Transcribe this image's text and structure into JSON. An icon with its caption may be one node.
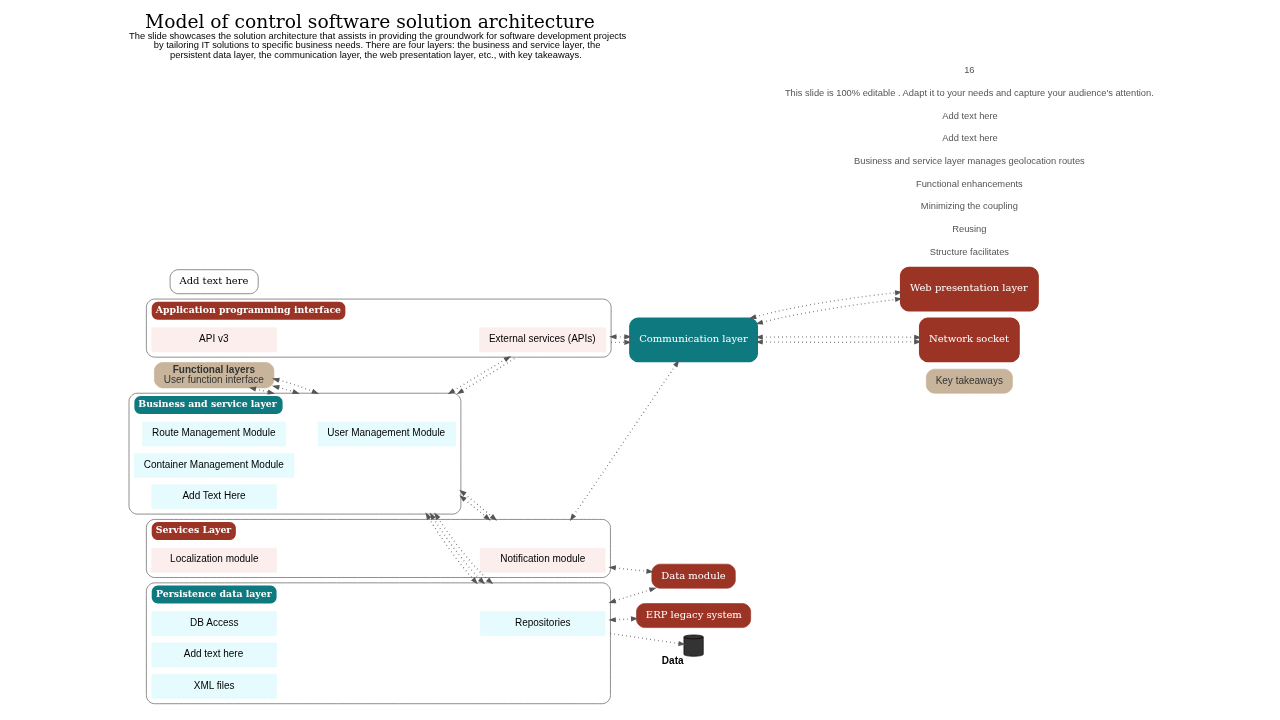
{
  "diagram": {
    "title": "Model of control software solution architecture",
    "caption": "The slide showcases the solution architecture that assists in providing the groundwork for software development projects by tailoring IT solutions to specific business needs. There are four layers: the business and service layer, the persistent data layer, the communication layer, the web presentation layer, etc., with key takeaways.",
    "nodes": [
      {
        "text": [
          "Functional layers",
          "User function interface"
        ]
      },
      {
        "text": [
          "Business and service layer"
        ]
      },
      {
        "text": [
          "User Management Module"
        ],
        "in": 1
      },
      {
        "text": [
          "Route Management Module"
        ],
        "in": 1
      },
      {
        "text": [
          "Container Management Module"
        ],
        "in": 1
      },
      {
        "text": [
          "Add Text Here"
        ],
        "in": 1
      },
      {
        "text": [
          "Application programming interface"
        ]
      },
      {
        "text": [
          "External services (APIs)"
        ],
        "in": 6
      },
      {
        "text": [
          "API v3"
        ],
        "in": 6
      },
      {
        "text": [
          "Services Layer"
        ]
      },
      {
        "text": [
          "Notification module"
        ],
        "in": 9
      },
      {
        "text": [
          "Localization module"
        ],
        "in": 9
      },
      {
        "text": [
          "Communication layer"
        ]
      },
      {
        "text": [
          "Web presentation layer"
        ]
      },
      {
        "text": [
          "Network socket"
        ]
      },
      {
        "text": [
          "Persistence data layer"
        ]
      },
      {
        "text": [
          "Repositories"
        ],
        "in": 15
      },
      {
        "text": [
          "DB Access"
        ],
        "in": 15
      },
      {
        "text": [
          "Add text here"
        ],
        "in": 15
      },
      {
        "text": [
          "XML files"
        ],
        "in": 15
      },
      {
        "text": [
          "Data module"
        ]
      },
      {
        "text": [
          "ERP legacy system"
        ]
      },
      {
        "text": [],
        "shape": "cylinder",
        "beside": [
          "Data"
        ]
      },
      {
        "text": [
          "Add text here"
        ]
      },
      {
        "text": [
          "Key takeaways"
        ]
      }
    ],
    "edges": [
      {
        "from": 0,
        "to": 1,
        "arrow": "both"
      },
      {
        "from": 0,
        "to": 1,
        "arrow": "both"
      },
      {
        "from": 0,
        "to": 1,
        "arrow": "both"
      },
      {
        "from": 6,
        "to": 1,
        "arrow": "to"
      },
      {
        "from": 1,
        "to": 6,
        "arrow": "both"
      },
      {
        "from": 1,
        "to": 9,
        "arrow": "both"
      },
      {
        "from": 1,
        "to": 9,
        "arrow": "both"
      },
      {
        "from": 6,
        "to": 12,
        "arrow": "to"
      },
      {
        "from": 6,
        "to": 12,
        "arrow": "both"
      },
      {
        "from": 9,
        "to": 12,
        "arrow": "both"
      },
      {
        "from": 12,
        "to": 13,
        "arrow": "both"
      },
      {
        "from": 12,
        "to": 13,
        "arrow": "both"
      },
      {
        "from": 12,
        "to": 14,
        "arrow": "both"
      },
      {
        "from": 12,
        "to": 14,
        "arrow": "both"
      },
      {
        "from": 1,
        "to": 15,
        "arrow": "both"
      },
      {
        "from": 1,
        "to": 15,
        "arrow": "both"
      },
      {
        "from": 1,
        "to": 15,
        "arrow": "both"
      },
      {
        "from": 9,
        "to": 20,
        "arrow": "both"
      },
      {
        "from": 15,
        "to": 20,
        "arrow": "both"
      },
      {
        "from": 15,
        "to": 21,
        "arrow": "both"
      },
      {
        "from": 15,
        "to": 22,
        "arrow": "to"
      }
    ],
    "labels": [
      "Structure facilitates",
      "Reusing",
      "Minimizing the coupling",
      "Functional enhancements",
      "Business and service layer manages geolocation routes",
      "Add text here",
      "Add text here",
      "This slide is 100% editable . Adapt it to your needs and capture your audience's attention.",
      "16"
    ]
  }
}
